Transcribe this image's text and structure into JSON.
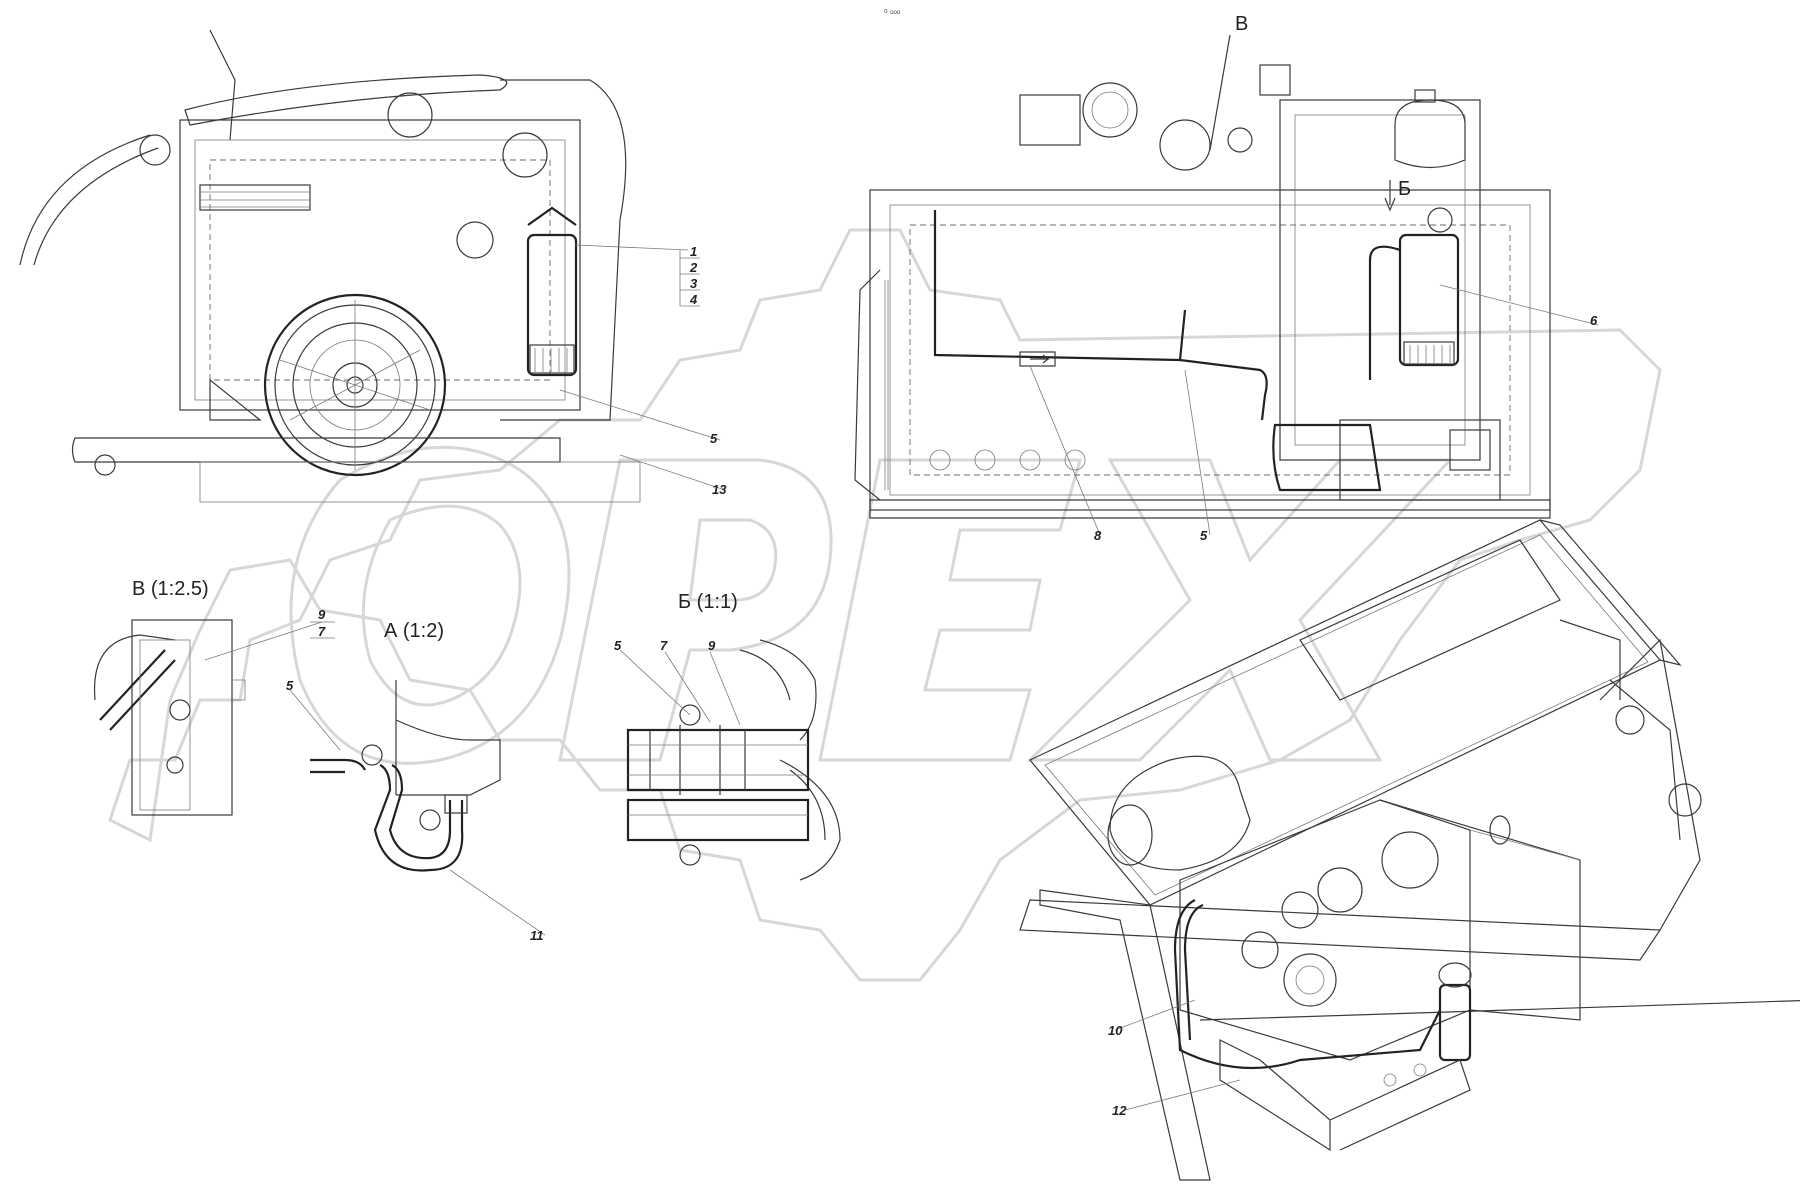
{
  "header": {
    "mark": "⁰ ᵒᵒᵒ"
  },
  "views": {
    "v_title": "В (1:2.5)",
    "a_title": "А (1:2)",
    "b_title": "Б (1:1)",
    "top_view_marker": "В",
    "section_marker": "Б"
  },
  "callouts": {
    "c1": "1",
    "c2": "2",
    "c3": "3",
    "c4": "4",
    "c5a": "5",
    "c5b": "5",
    "c5c": "5",
    "c5d": "5",
    "c6": "6",
    "c7a": "7",
    "c7b": "7",
    "c8": "8",
    "c9a": "9",
    "c9b": "9",
    "c10": "10",
    "c11": "11",
    "c12": "12",
    "c13": "13"
  },
  "watermark": {
    "text": "OPEX"
  }
}
